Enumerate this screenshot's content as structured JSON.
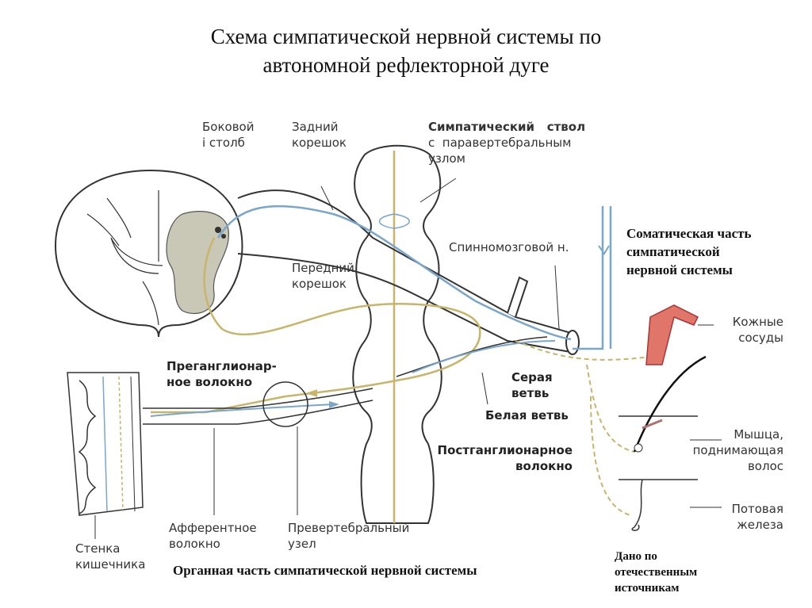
{
  "title": {
    "line1": "Схема симпатической нервной системы по",
    "line2": "автономной рефлекторной дуге"
  },
  "labels": {
    "lateral_column_1": "Боковой",
    "lateral_column_2": "і столб",
    "posterior_root_1": "Задний",
    "posterior_root_2": "корешок",
    "symp_trunk_1": "Симпатический   ствол",
    "symp_trunk_2": "с  паравертебральным",
    "symp_trunk_3": "узлом",
    "spinal_nerve": "Спинномозговой н.",
    "anterior_root_1": "Передний",
    "anterior_root_2": "корешок",
    "preganglionic_1": "Преганглионар-",
    "preganglionic_2": "ное волокно",
    "gray_ramus_1": "Серая",
    "gray_ramus_2": "ветвь",
    "white_ramus": "Белая ветвь",
    "postganglionic_1": "Постганглионарное",
    "postganglionic_2": "волокно",
    "skin_vessels_1": "Кожные",
    "skin_vessels_2": "сосуды",
    "muscle_1": "Мышца,",
    "muscle_2": "поднимающая",
    "muscle_3": "волос",
    "sweat_1": "Потовая",
    "sweat_2": "железа",
    "afferent_1": "Афферентное",
    "afferent_2": "волокно",
    "prevertebral_1": "Превертебральный",
    "prevertebral_2": "узел",
    "intestine_1": "Стенка",
    "intestine_2": "кишечника"
  },
  "notes": {
    "somatic_1": "Соматическая часть",
    "somatic_2": "симпатической",
    "somatic_3": "нервной системы",
    "organ": "Органная часть симпатической нервной системы",
    "source_1": "Дано по",
    "source_2": "отечественным",
    "source_3": "источникам"
  },
  "colors": {
    "efferent": "#c8b46a",
    "afferent": "#7aa6cc",
    "gray_matter": "#c9c7b6",
    "vessel": "#e0766a",
    "outline": "#333333"
  }
}
